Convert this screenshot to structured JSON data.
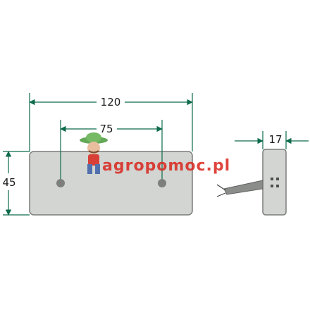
{
  "dimensions": {
    "total_width": "120",
    "hole_spacing": "75",
    "height": "45",
    "depth": "17"
  },
  "watermark": {
    "text": "agropomoc.pl"
  },
  "colors": {
    "dimension_lines": "#0c6b4a",
    "part_fill": "#d2d5d2",
    "part_outline": "#7a7d7a",
    "watermark_red": "#d9261c",
    "watermark_green": "#2f8f3a"
  }
}
